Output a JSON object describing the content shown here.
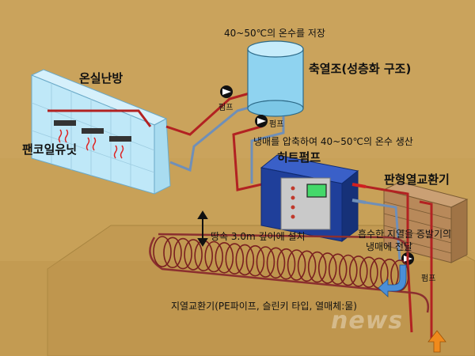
{
  "labels": {
    "greenhouse_heating": "온실난방",
    "fan_coil_unit": "팬코일유닛",
    "hot_water_storage": "40~50℃의 온수를 저장",
    "heat_storage_tank": "축열조(성층화 구조)",
    "pump_1": "펌프",
    "pump_2": "펌프",
    "pump_3": "펌프",
    "heat_pump_desc": "냉매를 압축하여 40~50℃의 온수 생산",
    "heat_pump": "히트펌프",
    "plate_heat_exchanger": "판형열교환기",
    "depth_note": "땅속 3.0m 깊이에 설치",
    "evaporation_desc_1": "흡수한 지열을 증발기의",
    "evaporation_desc_2": "냉매에 전달",
    "ground_heat_exchanger": "지열교환기(PE파이프, 슬린키 타입, 열매체:물)"
  },
  "watermark": "news",
  "colors": {
    "ground": "#c8a158",
    "hot_pipe": "#b22222",
    "cold_pipe": "#6f8fb8",
    "tank": "#8fd3f0",
    "heat_pump_body": "#1f3f9a",
    "greenhouse": "#bfe8f8",
    "coil": "#8b2f2f",
    "arrow_blue": "#4a8fd8",
    "arrow_orange": "#f08a1c"
  }
}
